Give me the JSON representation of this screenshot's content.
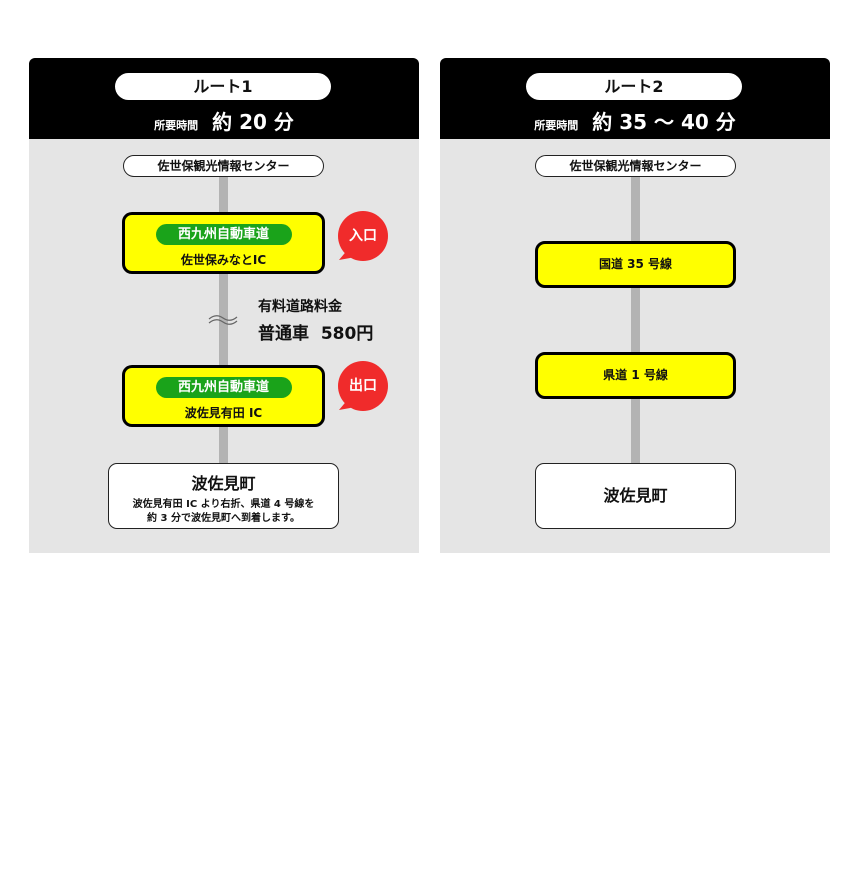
{
  "route1": {
    "title": "ルート1",
    "time_label": "所要時間",
    "time_value": "約 20 分",
    "start": "佐世保観光情報センター",
    "entry": {
      "highway": "西九州自動車道",
      "ic": "佐世保みなとIC",
      "badge": "入口"
    },
    "toll": {
      "label": "有料道路料金",
      "value": "普通車  580円"
    },
    "exit": {
      "highway": "西九州自動車道",
      "ic": "波佐見有田 IC",
      "badge": "出口"
    },
    "dest": {
      "name": "波佐見町",
      "note1": "波佐見有田 IC より右折、県道 4 号線を",
      "note2": "約 3 分で波佐見町へ到着します。"
    }
  },
  "route2": {
    "title": "ルート2",
    "time_label": "所要時間",
    "time_value": "約 35 〜 40 分",
    "start": "佐世保観光情報センター",
    "road1": "国道 35 号線",
    "road2": "県道 1 号線",
    "dest": "波佐見町"
  },
  "colors": {
    "highlight": "#ffff00",
    "highway": "#1aa31a",
    "badge": "#f02b2b"
  }
}
